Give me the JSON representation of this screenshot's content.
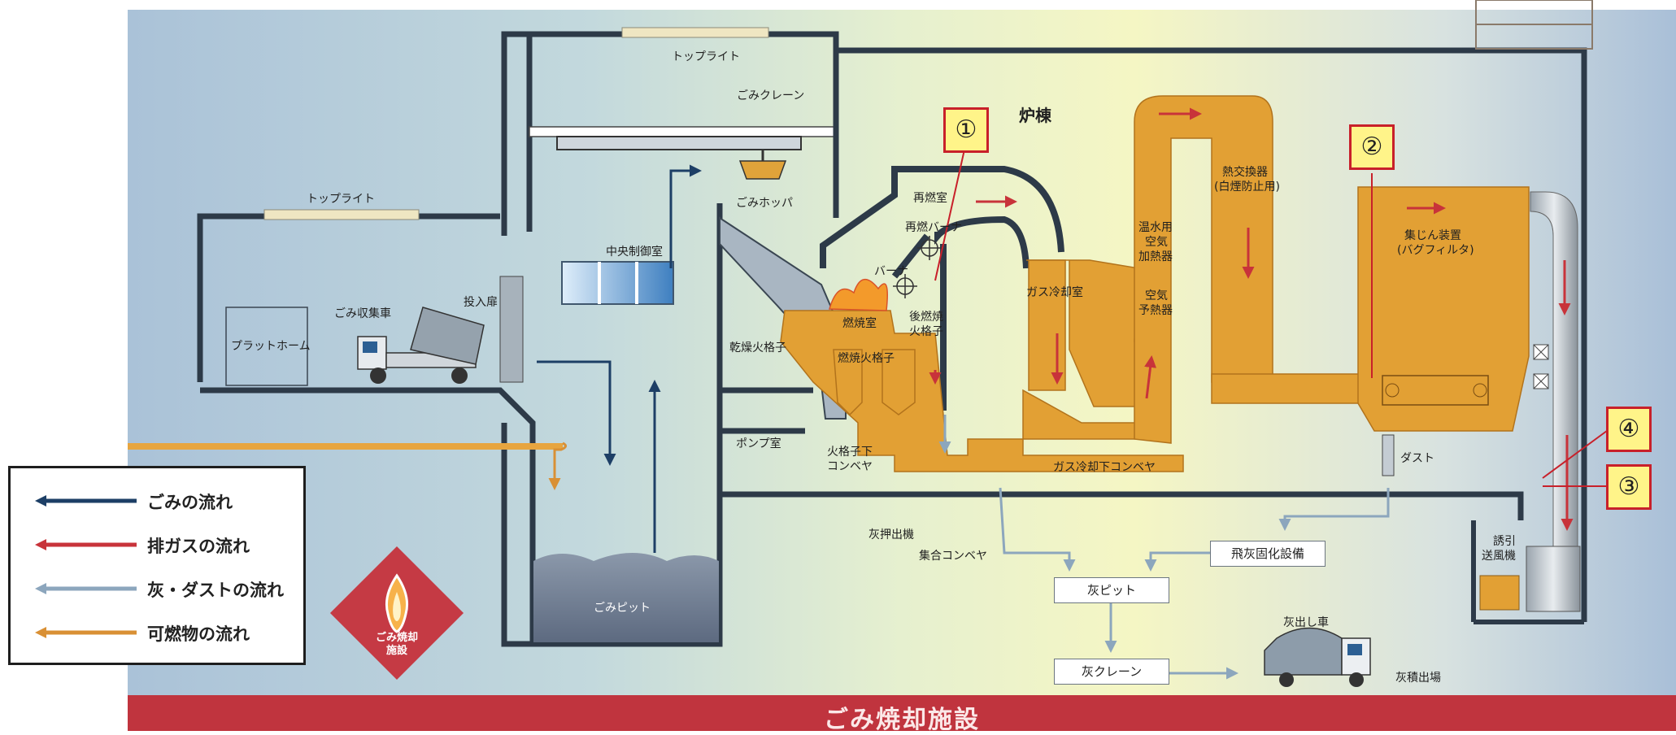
{
  "title": "ごみ焼却施設",
  "emblem": {
    "label_line1": "ごみ焼却",
    "label_line2": "施設",
    "icon": "flame-icon"
  },
  "legend": {
    "items": [
      {
        "label": "ごみの流れ",
        "color": "#1d3f66"
      },
      {
        "label": "排ガスの流れ",
        "color": "#c8333a"
      },
      {
        "label": "灰・ダストの流れ",
        "color": "#8ca6bd"
      },
      {
        "label": "可燃物の流れ",
        "color": "#d99035"
      }
    ]
  },
  "markers": [
    "①",
    "②",
    "③",
    "④"
  ],
  "labels": {
    "toplight1": "トップライト",
    "toplight2": "トップライト",
    "crane": "ごみクレーン",
    "hopper": "ごみホッパ",
    "control": "中央制御室",
    "platform": "プラットホーム",
    "truck": "ごみ収集車",
    "door": "投入扉",
    "pit": "ごみピット",
    "furnace_bldg": "炉棟",
    "reburn_room": "再燃室",
    "reburn_burner": "再燃バーナ",
    "burner": "バーナ",
    "combustion_room": "燃焼室",
    "post_grate_1": "後燃焼",
    "post_grate_2": "火格子",
    "dry_grate": "乾燥火格子",
    "burn_grate": "燃焼火格子",
    "pump_room": "ポンプ室",
    "grate_conveyor_1": "火格子下",
    "grate_conveyor_2": "コンベヤ",
    "ash_pusher": "灰押出機",
    "collect_conveyor": "集合コンベヤ",
    "gas_cool_room": "ガス冷却室",
    "gas_cool_conveyor": "ガス冷却下コンベヤ",
    "hot_water_air_1": "温水用",
    "hot_water_air_2": "空気",
    "hot_water_air_3": "加熱器",
    "air_preheater_1": "空気",
    "air_preheater_2": "予熱器",
    "heat_exchanger_1": "熱交換器",
    "heat_exchanger_2": "(白煙防止用)",
    "bag_filter_1": "集じん装置",
    "bag_filter_2": "(バグフィルタ)",
    "dust": "ダスト",
    "induced_fan_1": "誘引",
    "induced_fan_2": "送風機",
    "fly_ash": "飛灰固化設備",
    "ash_pit": "灰ピット",
    "ash_crane": "灰クレーン",
    "ash_truck": "灰出し車",
    "ash_yard": "灰積出場"
  }
}
